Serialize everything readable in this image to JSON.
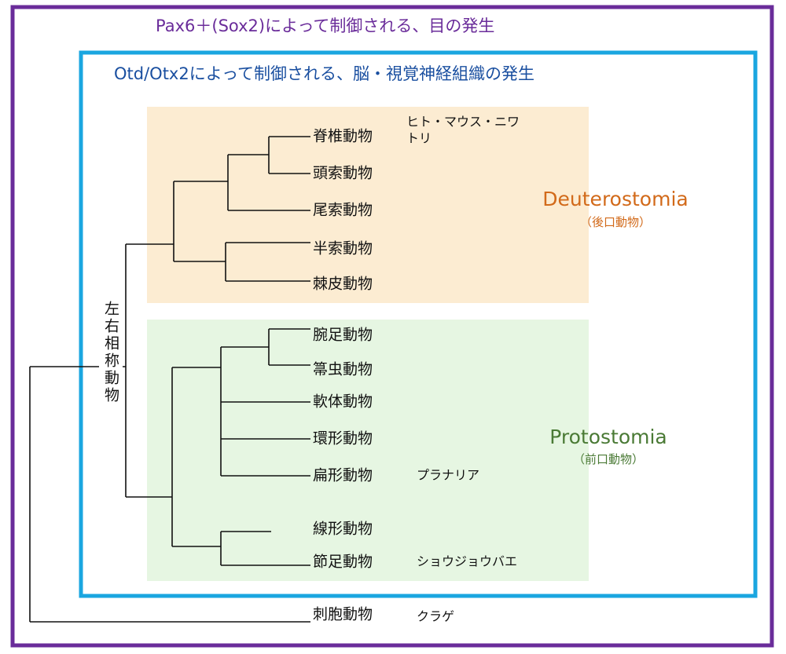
{
  "outer_box": {
    "title": "Pax6＋(Sox2)によって制御される、目の発生",
    "color": "#6a2c9a"
  },
  "inner_box": {
    "title": "Otd/Otx2によって制御される、脳・視覚神経組織の発生",
    "color": "#1aa6e0",
    "title_color": "#1a4fa0"
  },
  "deuterostomia": {
    "name": "Deuterostomia",
    "sub": "（後口動物）",
    "color": "#d26a1a",
    "bg": "#fcecd2"
  },
  "protostomia": {
    "name": "Protostomia",
    "sub": "（前口動物）",
    "color": "#4a7a35",
    "bg": "#e6f6e2"
  },
  "bilateria_label": "左右相称動物",
  "taxa": {
    "vertebrata": "脊椎動物",
    "cephalochordata": "頭索動物",
    "urochordata": "尾索動物",
    "hemichordata": "半索動物",
    "echinodermata": "棘皮動物",
    "brachiopoda": "腕足動物",
    "annelida_tube": "箒虫動物",
    "mollusca": "軟体動物",
    "annelida": "環形動物",
    "platyhelminthes": "扁形動物",
    "nematoda": "線形動物",
    "arthropoda": "節足動物",
    "cnidaria": "刺胞動物"
  },
  "examples": {
    "vertebrata_line1": "ヒト・マウス・ニワ",
    "vertebrata_line2": "トリ",
    "platyhelminthes": "プラナリア",
    "arthropoda": "ショウジョウバエ",
    "cnidaria": "クラゲ"
  }
}
